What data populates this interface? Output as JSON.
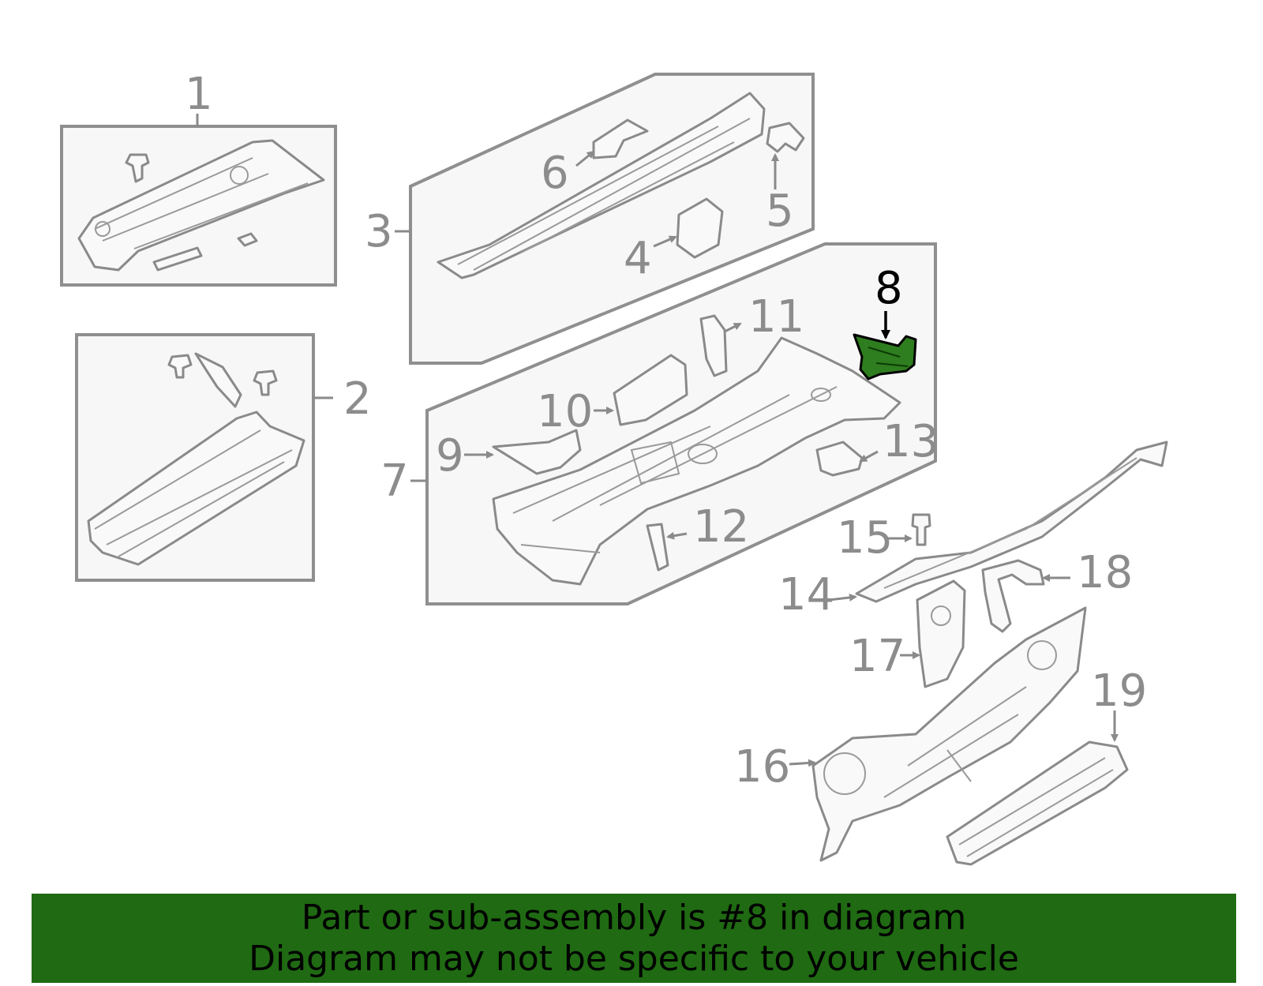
{
  "callouts": {
    "c1": "1",
    "c2": "2",
    "c3": "3",
    "c4": "4",
    "c5": "5",
    "c6": "6",
    "c7": "7",
    "c8": "8",
    "c9": "9",
    "c10": "10",
    "c11": "11",
    "c12": "12",
    "c13": "13",
    "c14": "14",
    "c15": "15",
    "c16": "16",
    "c17": "17",
    "c18": "18",
    "c19": "19"
  },
  "highlighted_part": "8",
  "colors": {
    "highlight": "#2e7d1e",
    "banner": "#1f6a12",
    "line": "#8a8a8a"
  },
  "banner": {
    "line1": "Part or sub-assembly is #8 in diagram",
    "line2": "Diagram may not be specific to your vehicle"
  }
}
